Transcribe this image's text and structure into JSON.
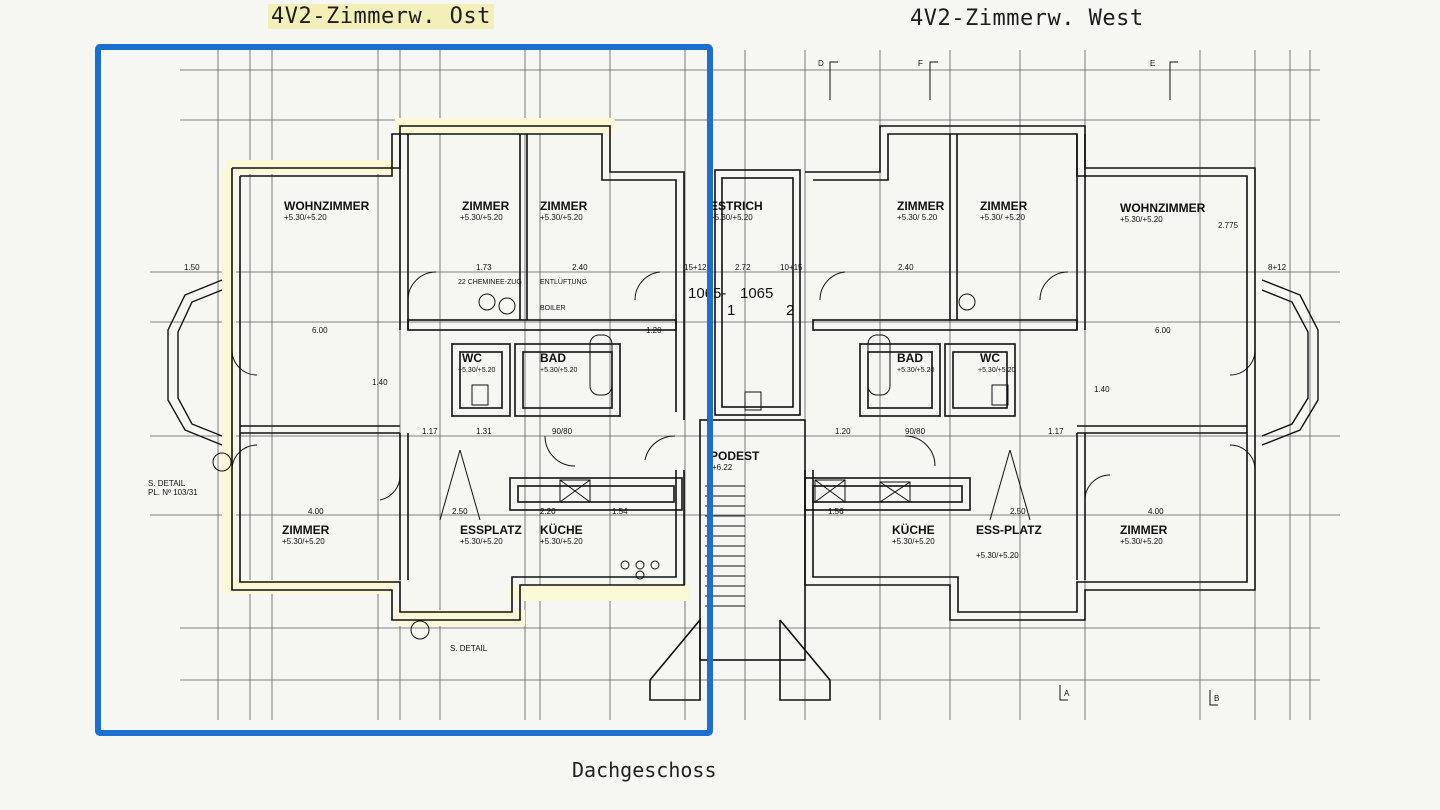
{
  "headers": {
    "east": "4V2-Zimmerw. Ost",
    "west": "4V2-Zimmerw. West"
  },
  "footer": "Dachgeschoss",
  "highlight": {
    "color": "#1c6fd1"
  },
  "colors": {
    "wall_fill": "#fbf8d8",
    "line": "#1a1a1a",
    "paper": "#f6f6f3"
  },
  "rooms": {
    "east_wohn": {
      "name": "WOHNZIMMER",
      "dims": "+5.30/+5.20"
    },
    "east_zimmer1": {
      "name": "ZIMMER",
      "dims": "+5.30/+5.20"
    },
    "east_zimmer2": {
      "name": "ZIMMER",
      "dims": "+5.30/+5.20"
    },
    "estrich": {
      "name": "ESTRICH",
      "dims": "+5.30/+5.20"
    },
    "west_zimmer1": {
      "name": "ZIMMER",
      "dims": "+5.30/ 5.20"
    },
    "west_zimmer2": {
      "name": "ZIMMER",
      "dims": "+5.30/ +5.20"
    },
    "west_wohn": {
      "name": "WOHNZIMMER",
      "dims": "+5.30/+5.20"
    },
    "east_wc": {
      "name": "WC",
      "dims": "+5.30/+5.20"
    },
    "east_bad": {
      "name": "BAD",
      "dims": "+5.30/+5.20"
    },
    "west_bad": {
      "name": "BAD",
      "dims": "+5.30/+5.20"
    },
    "west_wc": {
      "name": "WC",
      "dims": "+5.30/+5.20"
    },
    "east_zimmer3": {
      "name": "ZIMMER",
      "dims": "+5.30/+5.20"
    },
    "east_ess": {
      "name": "ESSPLATZ",
      "dims": "+5.30/+5.20"
    },
    "east_kueche": {
      "name": "KÜCHE",
      "dims": "+5.30/+5.20"
    },
    "podest": {
      "name": "PODEST",
      "dims": "+6.22"
    },
    "west_kueche": {
      "name": "KÜCHE",
      "dims": "+5.30/+5.20"
    },
    "west_ess": {
      "name": "ESS-PLATZ",
      "dims": "+5.30/+5.20"
    },
    "west_zimmer3": {
      "name": "ZIMMER",
      "dims": "+5.30/+5.20"
    }
  },
  "unit_numbers": {
    "left_code": "1065-",
    "right_code": "1065",
    "left_num": "1",
    "right_num": "2"
  },
  "notes": {
    "detail_left": "S. DETAIL",
    "detail_left_ref": "PL. Nº 103/31",
    "detail_bottom": "S. DETAIL",
    "chimney": "22 CHEMINEE-ZUG",
    "vent": "ENTLÜFTUNG",
    "boiler": "BOILER"
  },
  "dimensions": {
    "d150": "1.50",
    "d600": "6.00",
    "d173": "1.73",
    "d240": "2.40",
    "d272": "2.72",
    "d400": "4.00",
    "d250": "2.50",
    "d220": "2.20",
    "d120": "1.20",
    "d140": "1.40",
    "d131": "1.31",
    "d117": "1.17",
    "d9080": "90/80",
    "d154": "1.54",
    "d156": "1.56",
    "d1512": "15+12",
    "d1015": "10+15",
    "d277": "2.775",
    "d812": "8+12"
  },
  "section_markers": {
    "D": "D",
    "F": "F",
    "E": "E",
    "A": "A",
    "B": "B"
  }
}
